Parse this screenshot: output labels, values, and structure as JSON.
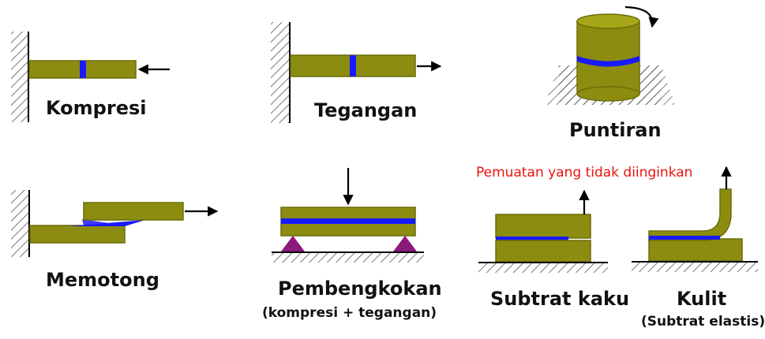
{
  "labels": {
    "compression": "Kompresi",
    "tension": "Tegangan",
    "torsion": "Puntiran",
    "shear": "Memotong",
    "bending": "Pembengkokan",
    "bending_note": "(kompresi + tegangan)",
    "rigid_substrate": "Subtrat kaku",
    "skin": "Kulit",
    "skin_note": "(Subtrat elastis)",
    "unwanted_loading": "Pemuatan yang tidak diinginkan"
  },
  "colors": {
    "block": "#8c8c11",
    "block_edge": "#6d6d08",
    "adhesive": "#1a1aff",
    "support": "#8b1a7a",
    "hatch": "#555555",
    "warning_text": "#e8120c"
  },
  "icons": {
    "arrow": "arrow-icon",
    "rotation": "rotation-arrow-icon",
    "support": "triangle-support-icon",
    "wall": "hatched-wall-icon"
  }
}
